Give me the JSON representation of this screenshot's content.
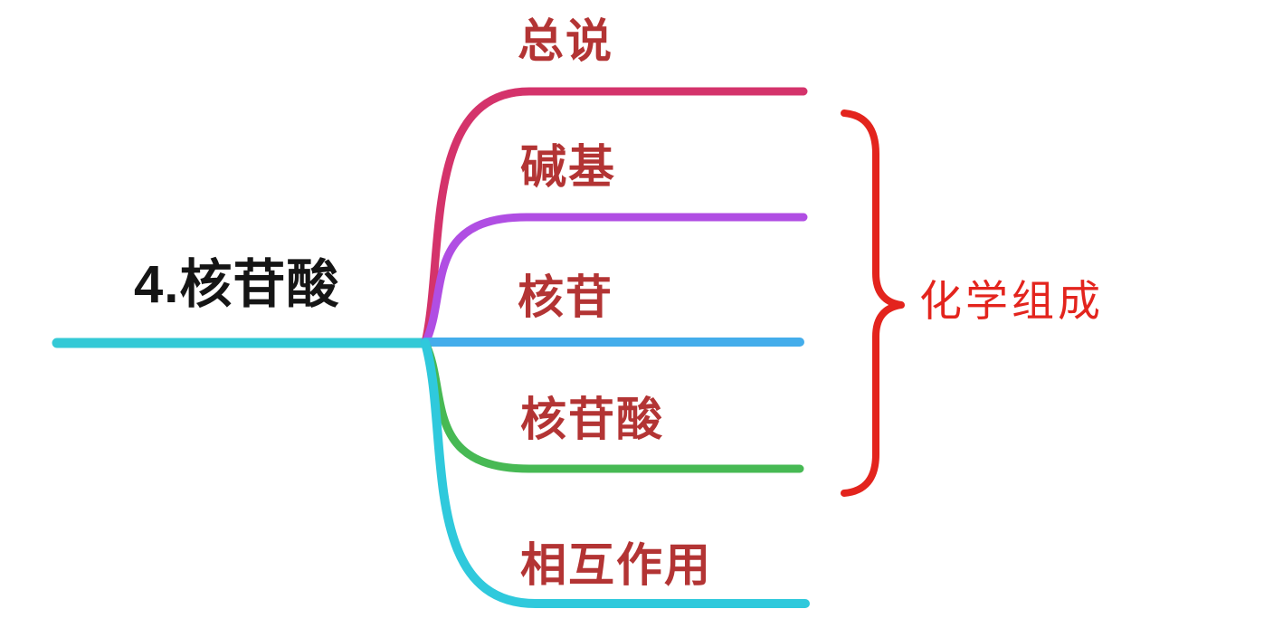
{
  "diagram": {
    "type": "mindmap",
    "background": "#FFFFFF",
    "root": {
      "label": "4.核苷酸",
      "text_color": "#151515"
    },
    "trunk": {
      "color": "#34C9D6"
    },
    "branch_label_color": "#B33434",
    "branches": [
      {
        "label": "总说",
        "line_color": "#D4336B"
      },
      {
        "label": "碱基",
        "line_color": "#B04EE3"
      },
      {
        "label": "核苷",
        "line_color": "#44ADEB"
      },
      {
        "label": "核苷酸",
        "line_color": "#47B954"
      },
      {
        "label": "相互作用",
        "line_color": "#2FC9DC"
      }
    ],
    "brace": {
      "label": "化学组成",
      "color": "#E3241D",
      "spans": [
        "碱基",
        "核苷",
        "核苷酸"
      ]
    }
  }
}
